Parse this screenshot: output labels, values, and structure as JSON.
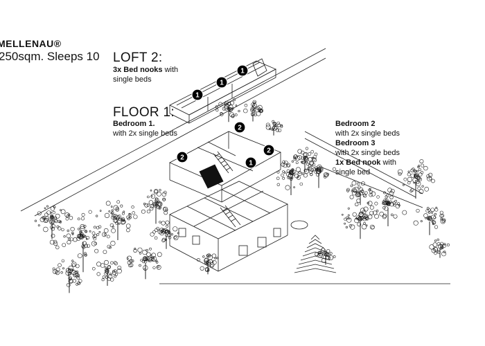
{
  "brand": "MELLENAU®",
  "summary": "250sqm. Sleeps 10",
  "loft": {
    "heading": "LOFT 2:",
    "bold": "3x Bed nooks",
    "rest1": " with",
    "rest2": "single beds"
  },
  "floor": {
    "heading": "FLOOR 1:",
    "bed1_bold": "Bedroom 1.",
    "bed1_rest": "with 2x single beds"
  },
  "right_notes": {
    "bed2_bold": "Bedroom 2",
    "bed2_rest": "with 2x single beds",
    "bed3_bold": "Bedroom 3",
    "bed3_rest": "with 2x single beds",
    "nook_bold": "1x Bed nook",
    "nook_rest1": " with",
    "nook_rest2": "single bed"
  },
  "markers": [
    "1",
    "1",
    "1",
    "2",
    "2",
    "2",
    "1"
  ],
  "colors": {
    "ink": "#111111",
    "paper": "#ffffff",
    "marker": "#000000"
  }
}
